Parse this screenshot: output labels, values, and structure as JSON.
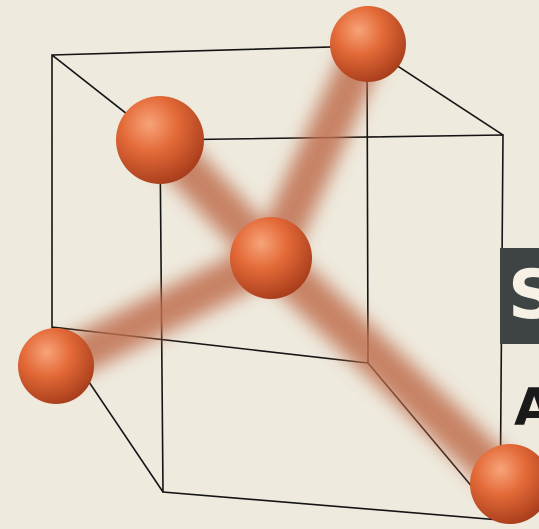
{
  "figure": {
    "colors": {
      "background": "#f1ede1",
      "cube_edges": "#141414",
      "atom_base": "#d9592b",
      "atom_highlight": "#f7a47a",
      "bond_glow": "#c0704f",
      "label_box": "#3e4443"
    },
    "atoms": [
      {
        "role": "central",
        "name": "central-atom"
      },
      {
        "role": "corner",
        "name": "corner-atom-top-right"
      },
      {
        "role": "corner",
        "name": "corner-atom-upper-left"
      },
      {
        "role": "corner",
        "name": "corner-atom-left"
      },
      {
        "role": "corner",
        "name": "corner-atom-bottom-right"
      }
    ],
    "cropped_text": {
      "box_glyph": "S",
      "caption_glyph": "A"
    }
  }
}
